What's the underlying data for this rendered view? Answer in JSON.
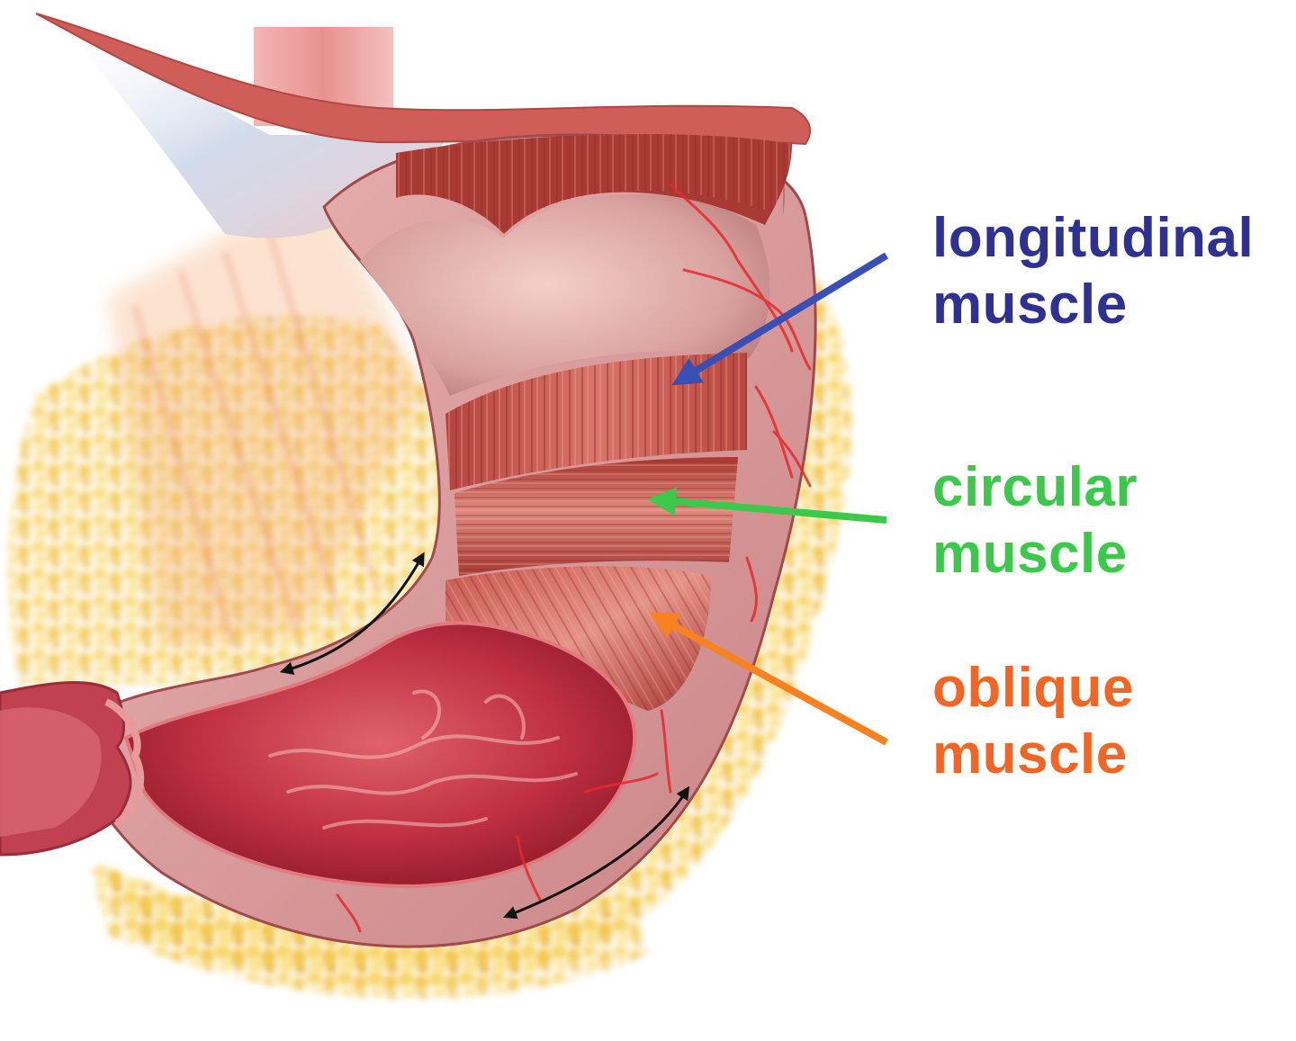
{
  "figure": {
    "subject": "Stomach muscle layers (cutaway illustration)",
    "background": "#ffffff"
  },
  "labels": [
    {
      "id": "longitudinal",
      "line1": "longitudinal",
      "line2": "muscle",
      "color": "#2e3192",
      "arrow_color": "#3a4fb5"
    },
    {
      "id": "circular",
      "line1": "circular",
      "line2": "muscle",
      "color": "#3cc84a",
      "arrow_color": "#3cc84a"
    },
    {
      "id": "oblique",
      "line1": "oblique",
      "line2": "muscle",
      "color": "#f26522",
      "arrow_color": "#f7821f"
    }
  ],
  "annotations": {
    "double_arrows": [
      {
        "name": "lesser-curvature-double-arrow",
        "color": "#111111"
      },
      {
        "name": "greater-curvature-double-arrow",
        "color": "#111111"
      }
    ]
  },
  "palette": {
    "mucosa": "#b8283a",
    "muscle": "#c4524a",
    "serosa": "#d9a0a0",
    "fat": "#f2c94c",
    "vessel": "#e8282e",
    "ligament": "#cfd6e6"
  }
}
